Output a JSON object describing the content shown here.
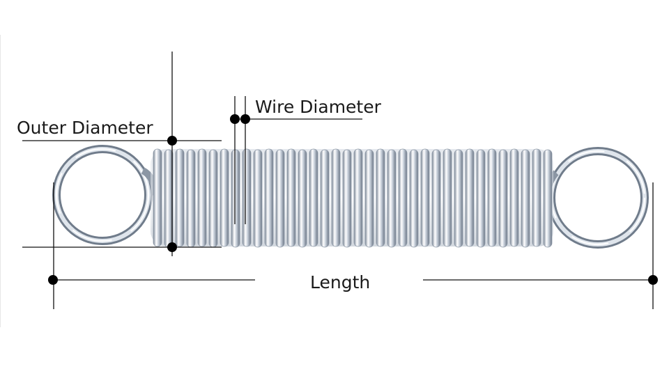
{
  "labels": {
    "outer_diameter": "Outer Diameter",
    "wire_diameter": "Wire Diameter",
    "length": "Length"
  },
  "colors": {
    "background": "#ffffff",
    "line": "#111111",
    "wire_dark": "#6f7b8a",
    "wire_light": "#e9eef4",
    "wire_highlight": "#ffffff"
  }
}
